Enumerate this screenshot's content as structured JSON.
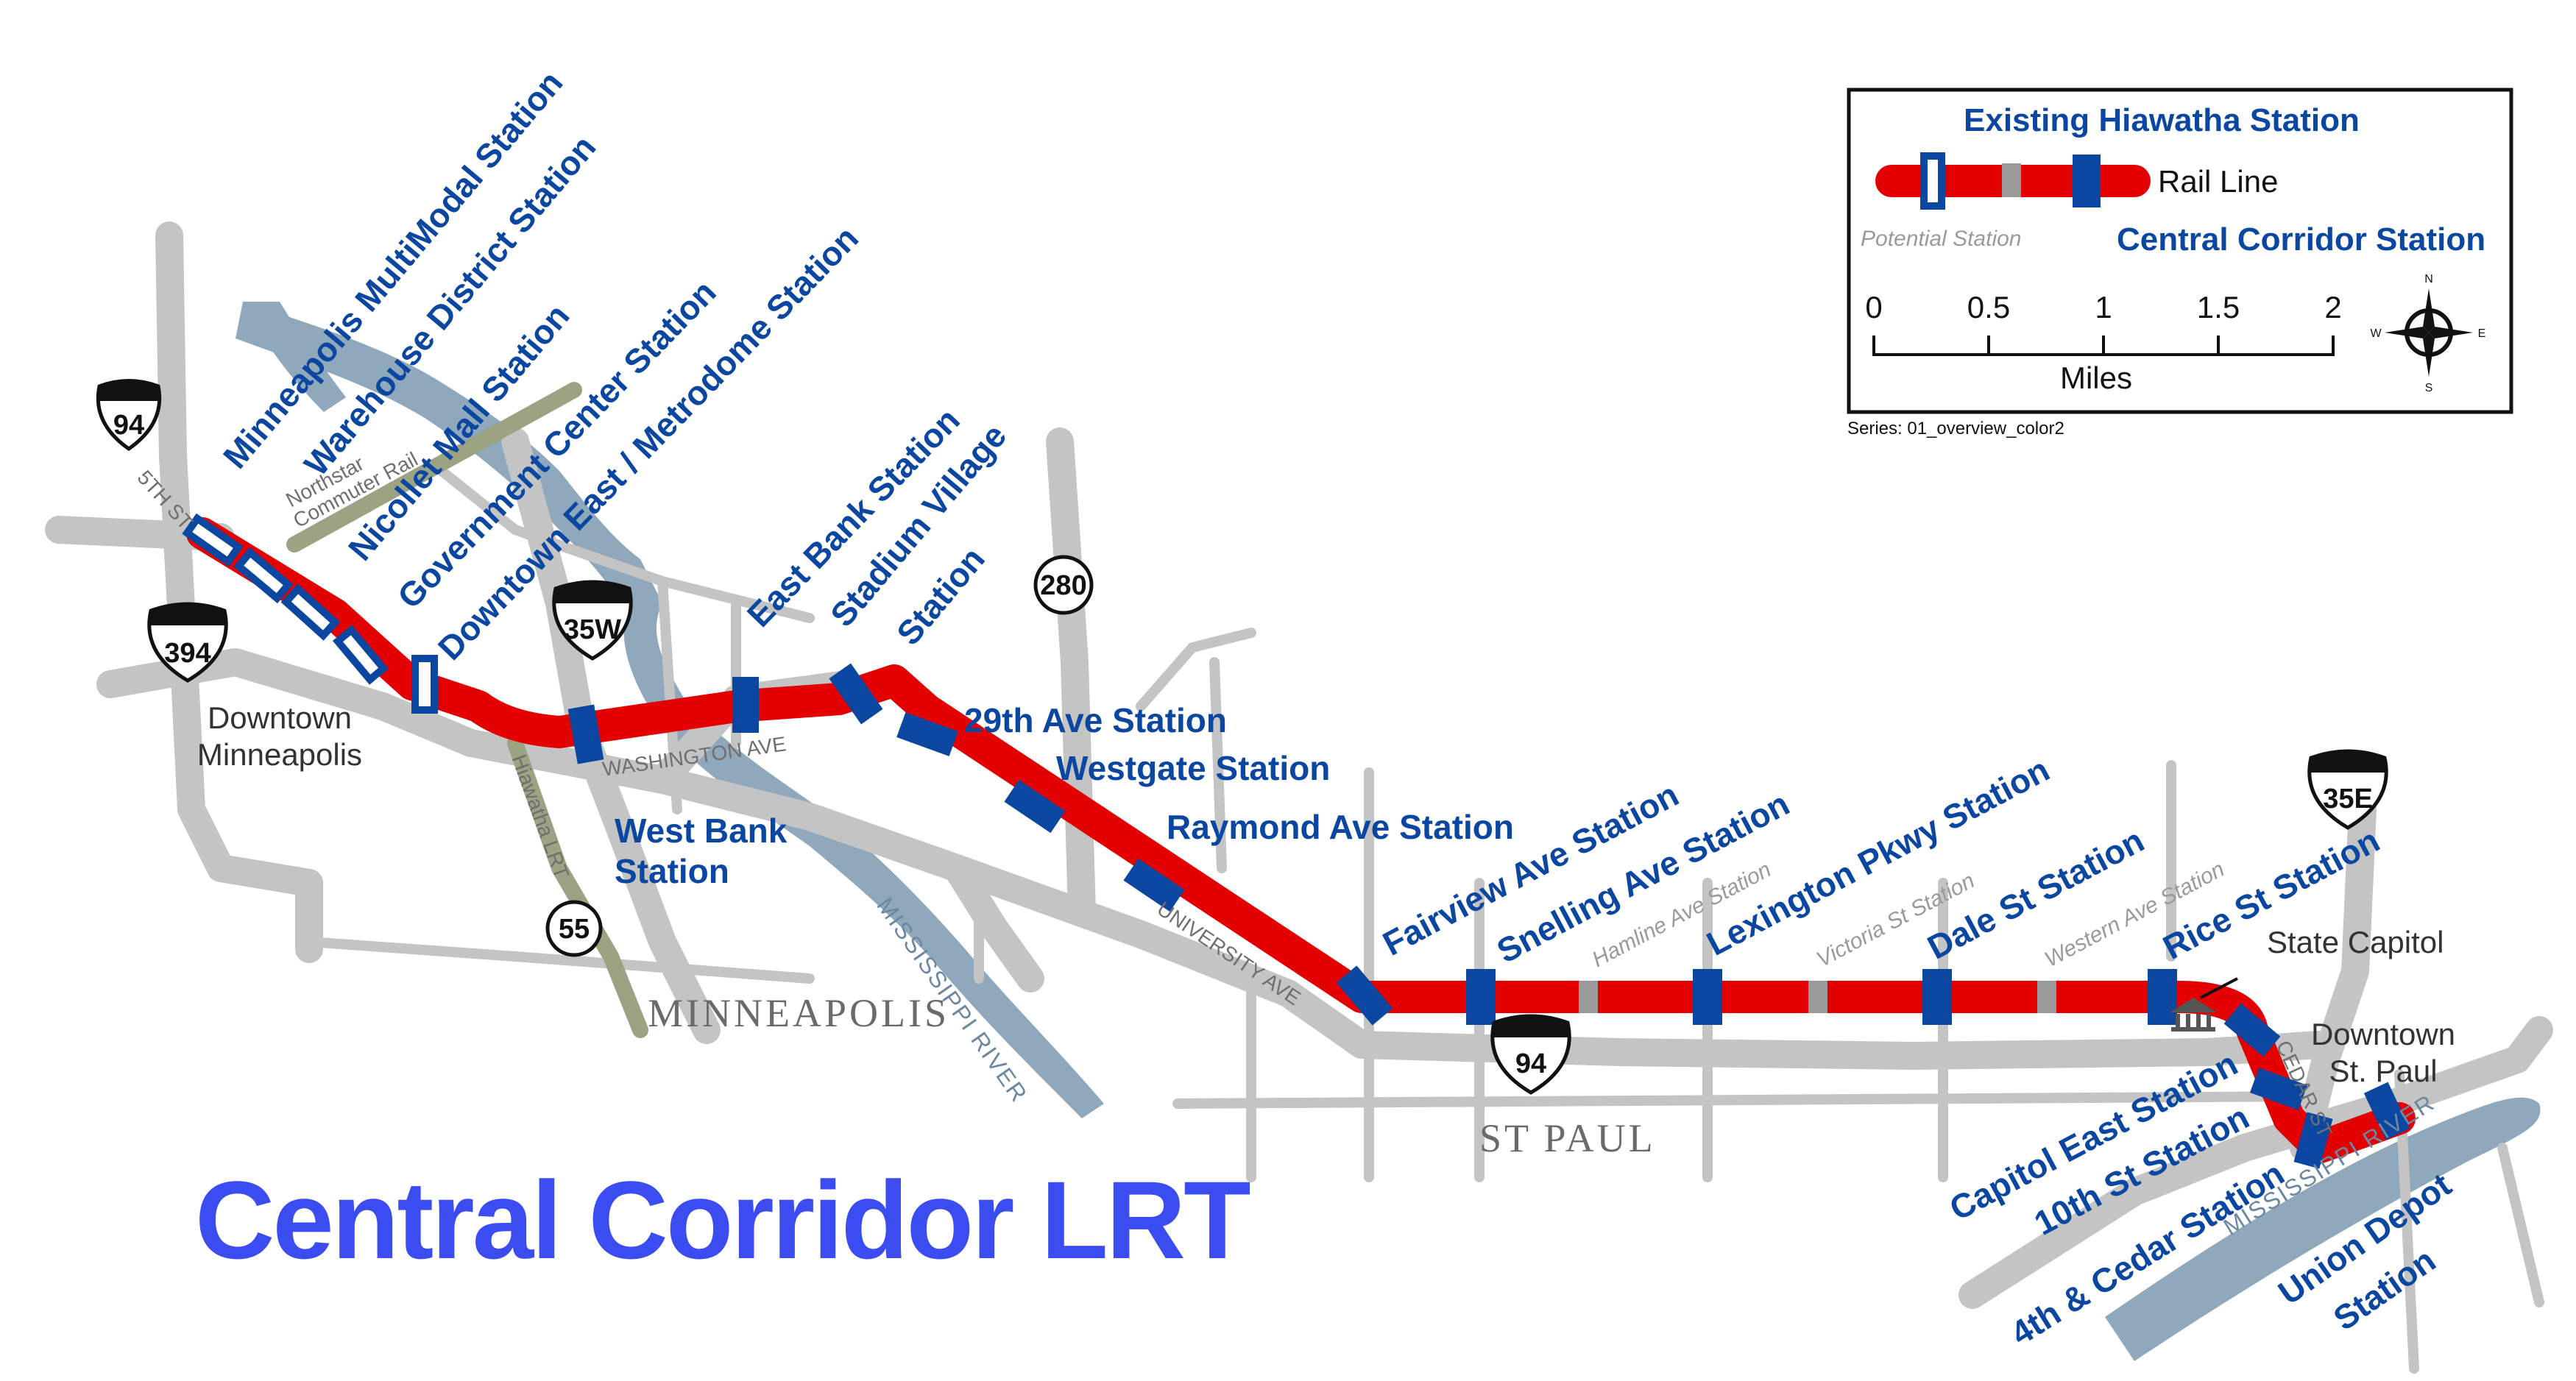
{
  "title": "Central Corridor LRT",
  "legend": {
    "existing_station": "Existing Hiawatha Station",
    "rail_line": "Rail Line",
    "potential_station": "Potential Station",
    "central_station": "Central Corridor Station",
    "scale_ticks": [
      "0",
      "0.5",
      "1",
      "1.5",
      "2"
    ],
    "scale_unit": "Miles",
    "compass": {
      "n": "N",
      "s": "S",
      "e": "E",
      "w": "W"
    },
    "series": "Series: 01_overview_color2"
  },
  "colors": {
    "rail": "#e20000",
    "station": "#0b47a1",
    "potential": "#9a9a9a",
    "title": "#3b4cf0",
    "river": "#8fa8bb"
  },
  "stations": {
    "minneapolis_multimodal": "Minneapolis MultiModal Station",
    "warehouse_district": "Warehouse District Station",
    "nicollet_mall": "Nicollet Mall Station",
    "government_center": "Government Center Station",
    "downtown_east": "Downtown East / Metrodome Station",
    "east_bank": "East Bank Station",
    "stadium_village_1": "Stadium Village",
    "stadium_village_2": "Station",
    "west_bank_1": "West Bank",
    "west_bank_2": "Station",
    "ave29": "29th Ave Station",
    "westgate": "Westgate Station",
    "raymond": "Raymond Ave Station",
    "fairview": "Fairview Ave Station",
    "snelling": "Snelling Ave Station",
    "lexington": "Lexington Pkwy Station",
    "dale": "Dale St Station",
    "rice": "Rice St Station",
    "capitol_east": "Capitol East Station",
    "tenth_st": "10th St Station",
    "fourth_cedar": "4th & Cedar Station",
    "union_depot_1": "Union Depot",
    "union_depot_2": "Station"
  },
  "potential_stations": {
    "hamline": "Hamline Ave Station",
    "victoria": "Victoria St Station",
    "western": "Western Ave Station"
  },
  "places": {
    "downtown_mpls_1": "Downtown",
    "downtown_mpls_2": "Minneapolis",
    "minneapolis": "MINNEAPOLIS",
    "st_paul": "ST PAUL",
    "state_capitol": "State Capitol",
    "downtown_stp_1": "Downtown",
    "downtown_stp_2": "St. Paul"
  },
  "roads": {
    "fifth_st": "5TH ST",
    "northstar_1": "Northstar",
    "northstar_2": "Commuter Rail",
    "washington": "WASHINGTON AVE",
    "hiawatha": "Hiawatha LRT",
    "university": "UNIVERSITY AVE",
    "cedar": "CEDAR ST"
  },
  "rivers": {
    "mississippi": "MISSISSIPPI RIVER"
  },
  "highways": {
    "i94_west": "94",
    "i394": "394",
    "i35w": "35W",
    "us280": "280",
    "mn55": "55",
    "i94_center": "94",
    "i35e": "35E"
  }
}
